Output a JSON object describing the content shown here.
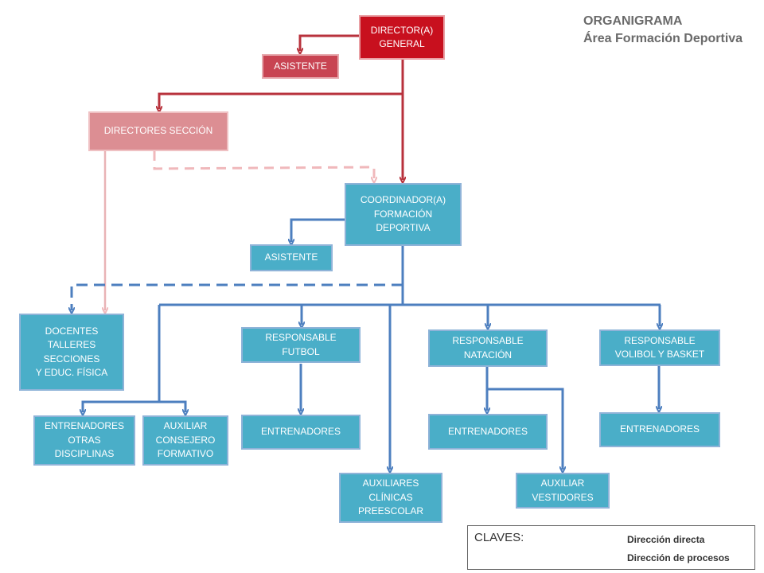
{
  "title": {
    "line1": "ORGANIGRAMA",
    "line2": "Área Formación Deportiva"
  },
  "colors": {
    "direct_red": "#b8323c",
    "process_red": "#f0b8bb",
    "blue_line": "#4d7fbf",
    "pink_line": "#e9b3b6"
  },
  "nodes": {
    "director": "DIRECTOR(A)\nGENERAL",
    "asistente_director": "ASISTENTE",
    "directores_seccion": "DIRECTORES SECCIÓN",
    "coordinador": "COORDINADOR(A)\nFORMACIÓN\nDEPORTIVA",
    "asistente_coordinador": "ASISTENTE",
    "docentes": "DOCENTES\nTALLERES\nSECCIONES\nY EDUC. FÍSICA",
    "responsable_futbol": "RESPONSABLE\nFUTBOL",
    "responsable_natacion": "RESPONSABLE\nNATACIÓN",
    "responsable_volibol": "RESPONSABLE\nVOLIBOL Y BASKET",
    "entrenadores_otras": "ENTRENADORES\nOTRAS\nDISCIPLINAS",
    "auxiliar_consejero": "AUXILIAR\nCONSEJERO\nFORMATIVO",
    "entrenadores_futbol": "ENTRENADORES",
    "entrenadores_natacion": "ENTRENADORES",
    "entrenadores_volibol": "ENTRENADORES",
    "auxiliares_clinicas": "AUXILIARES\nCLÍNICAS\nPREESCOLAR",
    "auxiliar_vestidores": "AUXILIAR\nVESTIDORES"
  },
  "legend": {
    "title": "CLAVES:",
    "direct": "Dirección directa",
    "process": "Dirección de procesos"
  }
}
